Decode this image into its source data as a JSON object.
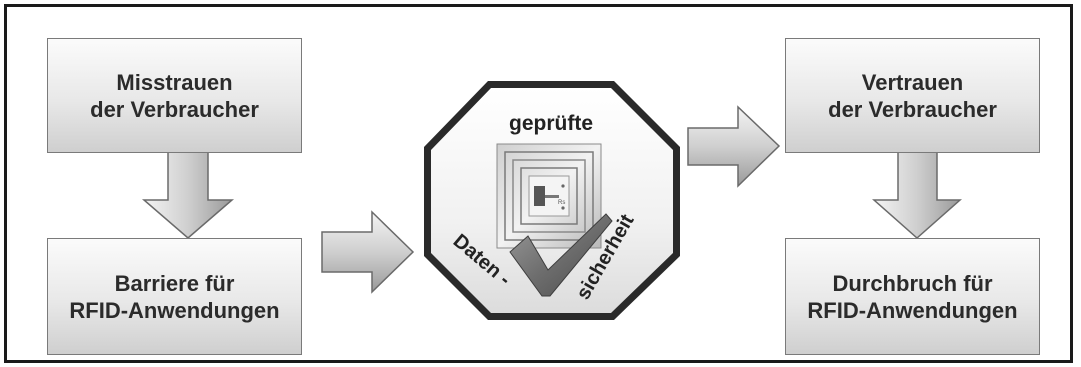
{
  "boxes": {
    "distrust": {
      "line1": "Misstrauen",
      "line2": "der Verbraucher"
    },
    "barrier": {
      "line1": "Barriere für",
      "line2": "RFID-Anwendungen"
    },
    "trust": {
      "line1": "Vertrauen",
      "line2": "der Verbraucher"
    },
    "breakthrough": {
      "line1": "Durchbruch für",
      "line2": "RFID-Anwendungen"
    }
  },
  "seal": {
    "top_label": "geprüfte",
    "left_label": "Daten -",
    "right_label": "sicherheit"
  }
}
